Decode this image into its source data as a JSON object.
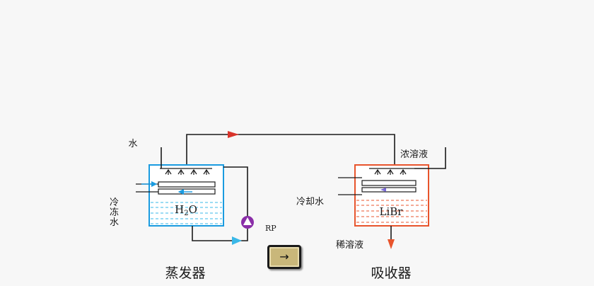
{
  "colors": {
    "evaporator": "#1a9be0",
    "absorber": "#e8542c",
    "pipe": "#1a1a1a",
    "flow_red": "#d9342b",
    "flow_cyan": "#3ab8e8",
    "pump": "#8a2ea8",
    "button_face": "#c9b77a"
  },
  "labels": {
    "water_in": "水",
    "chilled_water": "冷\n冻\n水",
    "evaporator_fluid": "H2O",
    "pump": "RP",
    "evaporator_title": "蒸发器",
    "strong_solution": "浓溶液",
    "cooling_water": "冷却水",
    "absorber_fluid": "LiBr",
    "weak_solution": "稀溶液",
    "absorber_title": "吸收器"
  },
  "nav_button": {
    "icon": "arrow-right-icon",
    "glyph": "→"
  }
}
